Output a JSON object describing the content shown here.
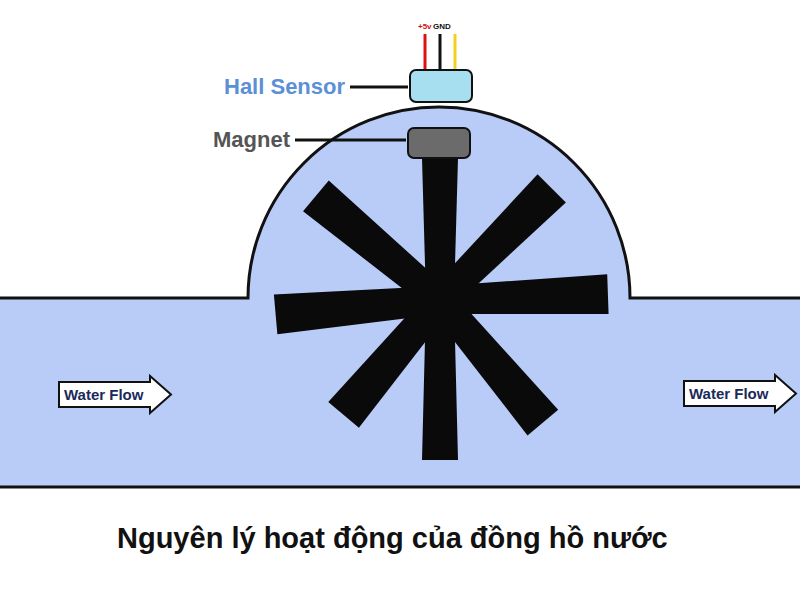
{
  "diagram": {
    "caption": "Nguyên lý hoạt động của đồng hồ nước",
    "nodes": [
      {
        "text": [
          "Water Flow"
        ]
      },
      {
        "text": [
          "Water Flow"
        ]
      }
    ],
    "labels": [
      "Hall Sensor",
      "Magnet",
      "+5v",
      "GND"
    ]
  }
}
